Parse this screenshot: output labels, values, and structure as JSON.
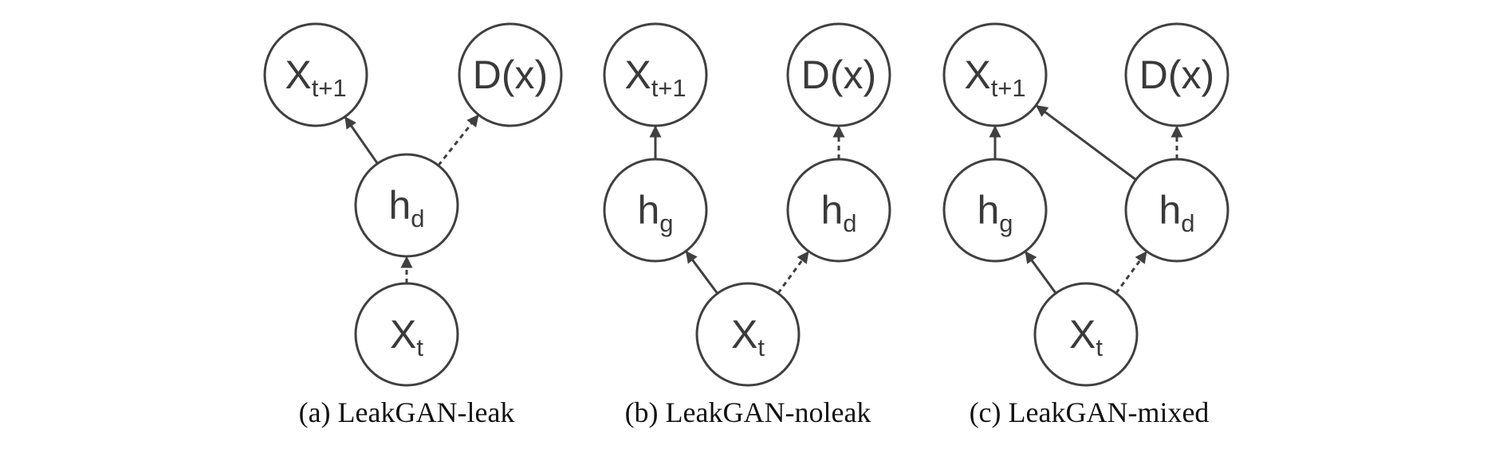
{
  "panels": [
    {
      "id": "a",
      "caption": "(a) LeakGAN-leak",
      "nodes": [
        {
          "id": "x_next",
          "main": "X",
          "sub": "t+1"
        },
        {
          "id": "dx",
          "main": "D(x)",
          "sub": ""
        },
        {
          "id": "hd",
          "main": "h",
          "sub": "d"
        },
        {
          "id": "xt",
          "main": "X",
          "sub": "t"
        }
      ],
      "edges": [
        {
          "from": "hd",
          "to": "x_next",
          "style": "solid"
        },
        {
          "from": "hd",
          "to": "dx",
          "style": "dashed"
        },
        {
          "from": "xt",
          "to": "hd",
          "style": "dashed"
        }
      ]
    },
    {
      "id": "b",
      "caption": "(b) LeakGAN-noleak",
      "nodes": [
        {
          "id": "x_next",
          "main": "X",
          "sub": "t+1"
        },
        {
          "id": "dx",
          "main": "D(x)",
          "sub": ""
        },
        {
          "id": "hg",
          "main": "h",
          "sub": "g"
        },
        {
          "id": "hd",
          "main": "h",
          "sub": "d"
        },
        {
          "id": "xt",
          "main": "X",
          "sub": "t"
        }
      ],
      "edges": [
        {
          "from": "hg",
          "to": "x_next",
          "style": "solid"
        },
        {
          "from": "hd",
          "to": "dx",
          "style": "dashed"
        },
        {
          "from": "xt",
          "to": "hg",
          "style": "solid"
        },
        {
          "from": "xt",
          "to": "hd",
          "style": "dashed"
        }
      ]
    },
    {
      "id": "c",
      "caption": "(c) LeakGAN-mixed",
      "nodes": [
        {
          "id": "x_next",
          "main": "X",
          "sub": "t+1"
        },
        {
          "id": "dx",
          "main": "D(x)",
          "sub": ""
        },
        {
          "id": "hg",
          "main": "h",
          "sub": "g"
        },
        {
          "id": "hd",
          "main": "h",
          "sub": "d"
        },
        {
          "id": "xt",
          "main": "X",
          "sub": "t"
        }
      ],
      "edges": [
        {
          "from": "hg",
          "to": "x_next",
          "style": "solid"
        },
        {
          "from": "hd",
          "to": "x_next",
          "style": "solid"
        },
        {
          "from": "hd",
          "to": "dx",
          "style": "dashed"
        },
        {
          "from": "xt",
          "to": "hg",
          "style": "solid"
        },
        {
          "from": "xt",
          "to": "hd",
          "style": "dashed"
        }
      ]
    }
  ]
}
